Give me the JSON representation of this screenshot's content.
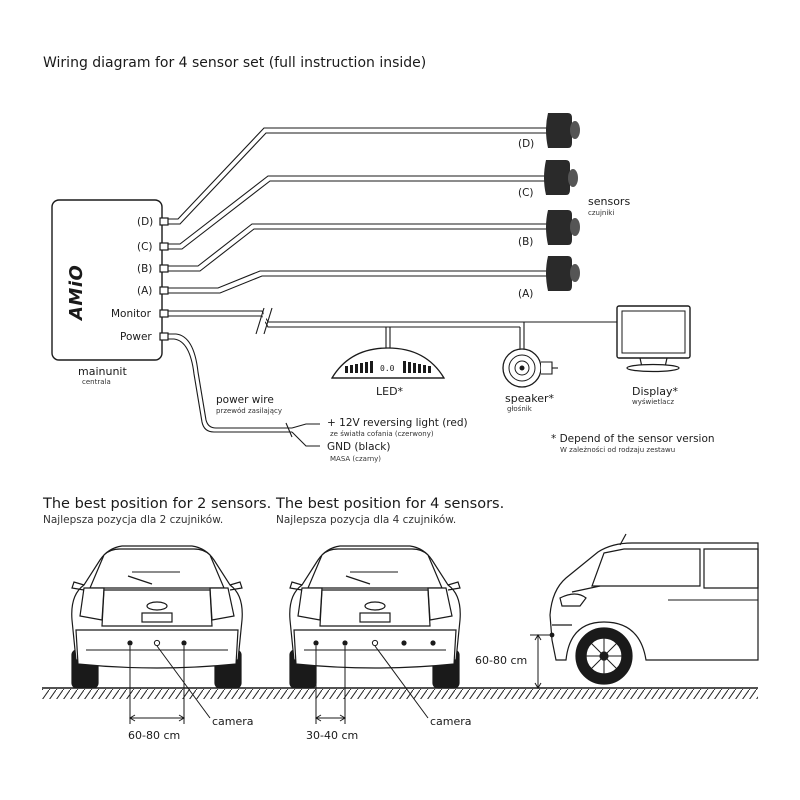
{
  "title": "Wiring diagram for 4 sensor set (full instruction inside)",
  "main_unit": {
    "brand": "AMiO",
    "ports": {
      "d": "(D)",
      "c": "(C)",
      "b": "(B)",
      "a": "(A)",
      "monitor": "Monitor",
      "power": "Power"
    },
    "label": "mainunit",
    "sublabel": "centrala"
  },
  "sensors": {
    "labels": [
      "(D)",
      "(C)",
      "(B)",
      "(A)"
    ],
    "title": "sensors",
    "subtitle": "czujniki"
  },
  "led": {
    "readout": "0.0",
    "label": "LED*"
  },
  "speaker": {
    "label": "speaker*",
    "sublabel": "głośnik"
  },
  "display": {
    "label": "Display*",
    "sublabel": "wyświetlacz"
  },
  "power_wire": {
    "label": "power wire",
    "sublabel": "przewód zasilający",
    "red_label": "+ 12V reversing light (red)",
    "red_sublabel": "ze światła cofania (czerwony)",
    "black_label": "GND (black)",
    "black_sublabel": "MASA (czarny)"
  },
  "note": {
    "text": "* Depend of the sensor version",
    "subtext": "W zależności od rodzaju zestawu"
  },
  "position_2": {
    "title": "The best position for 2 sensors.",
    "subtitle": "Najlepsza pozycja dla 2 czujników.",
    "distance": "60-80 cm",
    "camera": "camera"
  },
  "position_4": {
    "title": "The best position for 4 sensors.",
    "subtitle": "Najlepsza pozycja dla 4 czujników.",
    "distance": "30-40 cm",
    "camera": "camera"
  },
  "height": {
    "label": "60-80 cm"
  }
}
